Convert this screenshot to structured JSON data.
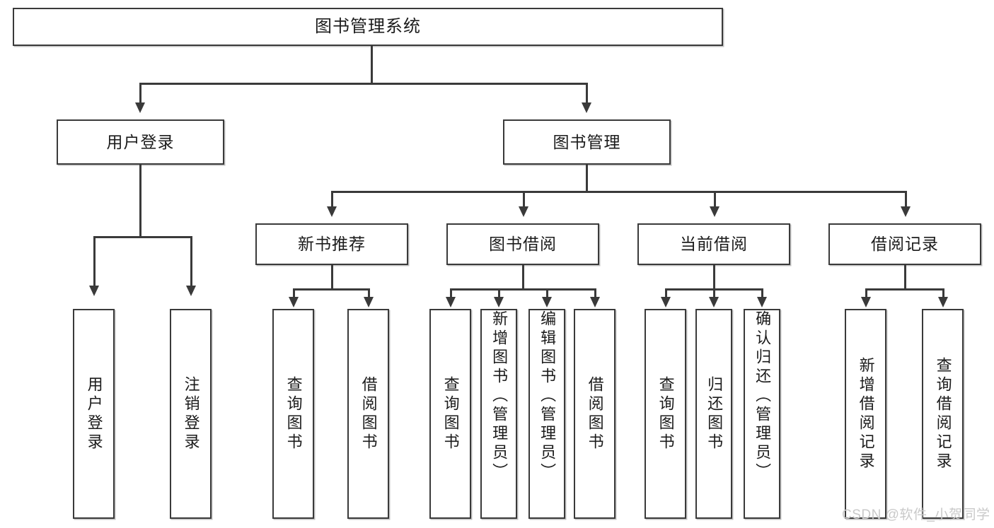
{
  "diagram": {
    "title": "图书管理系统",
    "type": "tree-hierarchy-chart",
    "root": {
      "label": "图书管理系统"
    },
    "level2": [
      {
        "label": "用户登录"
      },
      {
        "label": "图书管理"
      }
    ],
    "level3": [
      {
        "label": "新书推荐"
      },
      {
        "label": "图书借阅"
      },
      {
        "label": "当前借阅"
      },
      {
        "label": "借阅记录"
      }
    ],
    "leaves": {
      "user_login": [
        {
          "label": "用户登录"
        },
        {
          "label": "注销登录"
        }
      ],
      "new_book_recommend": [
        {
          "label": "查询图书"
        },
        {
          "label": "借阅图书"
        }
      ],
      "book_borrow": [
        {
          "label": "查询图书"
        },
        {
          "label": "新增图书（管理员）"
        },
        {
          "label": "编辑图书（管理员）"
        },
        {
          "label": "借阅图书"
        }
      ],
      "current_borrow": [
        {
          "label": "查询图书"
        },
        {
          "label": "归还图书"
        },
        {
          "label": "确认归还（管理员）"
        }
      ],
      "borrow_record": [
        {
          "label": "新增借阅记录"
        },
        {
          "label": "查询借阅记录"
        }
      ]
    }
  },
  "watermark": {
    "text": "CSDN @软件_小贺同学"
  },
  "colors": {
    "stroke": "#3a3a3a",
    "background": "#ffffff",
    "text": "#1b1b1b",
    "watermark": "#c9c9c9"
  }
}
